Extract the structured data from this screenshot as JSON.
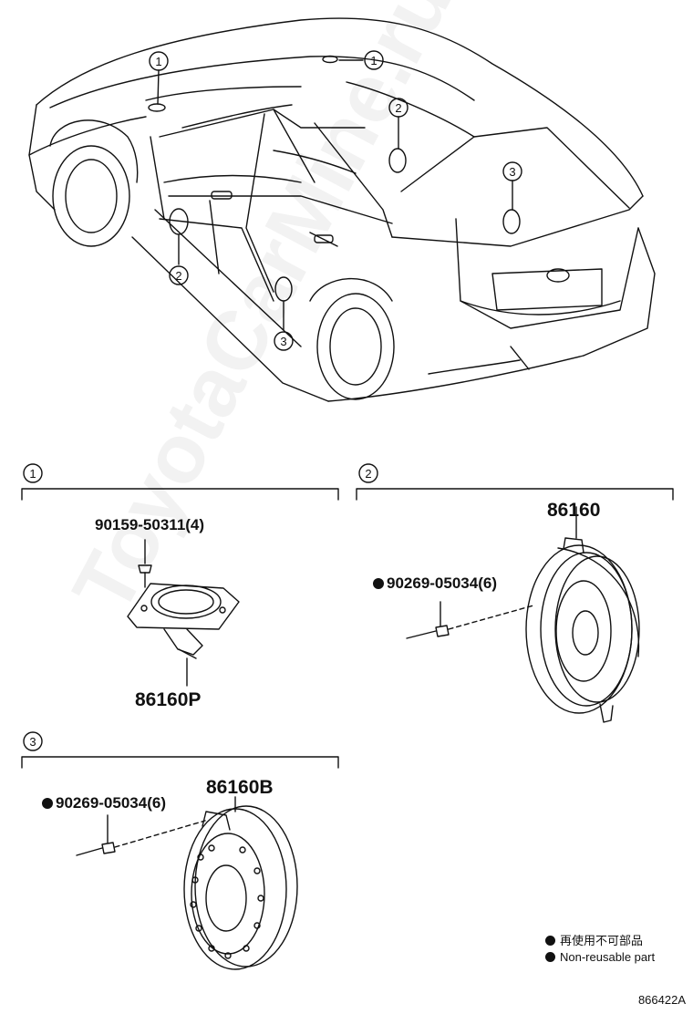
{
  "callouts": {
    "one": "1",
    "two": "2",
    "three": "3"
  },
  "sections": [
    {
      "id": "1",
      "screw_part": "90159-50311(4)",
      "speaker_part": "86160P"
    },
    {
      "id": "2",
      "speaker_part": "86160",
      "fastener_part": "90269-05034(6)"
    },
    {
      "id": "3",
      "speaker_part": "86160B",
      "fastener_part": "90269-05034(6)"
    }
  ],
  "legend": {
    "line1": "再使用不可部品",
    "line2": "Non-reusable part"
  },
  "figure_id": "866422A",
  "watermark": "ToyotaCarMine.ru",
  "icons": {
    "non_reusable_marker": "filled-circle-icon"
  }
}
